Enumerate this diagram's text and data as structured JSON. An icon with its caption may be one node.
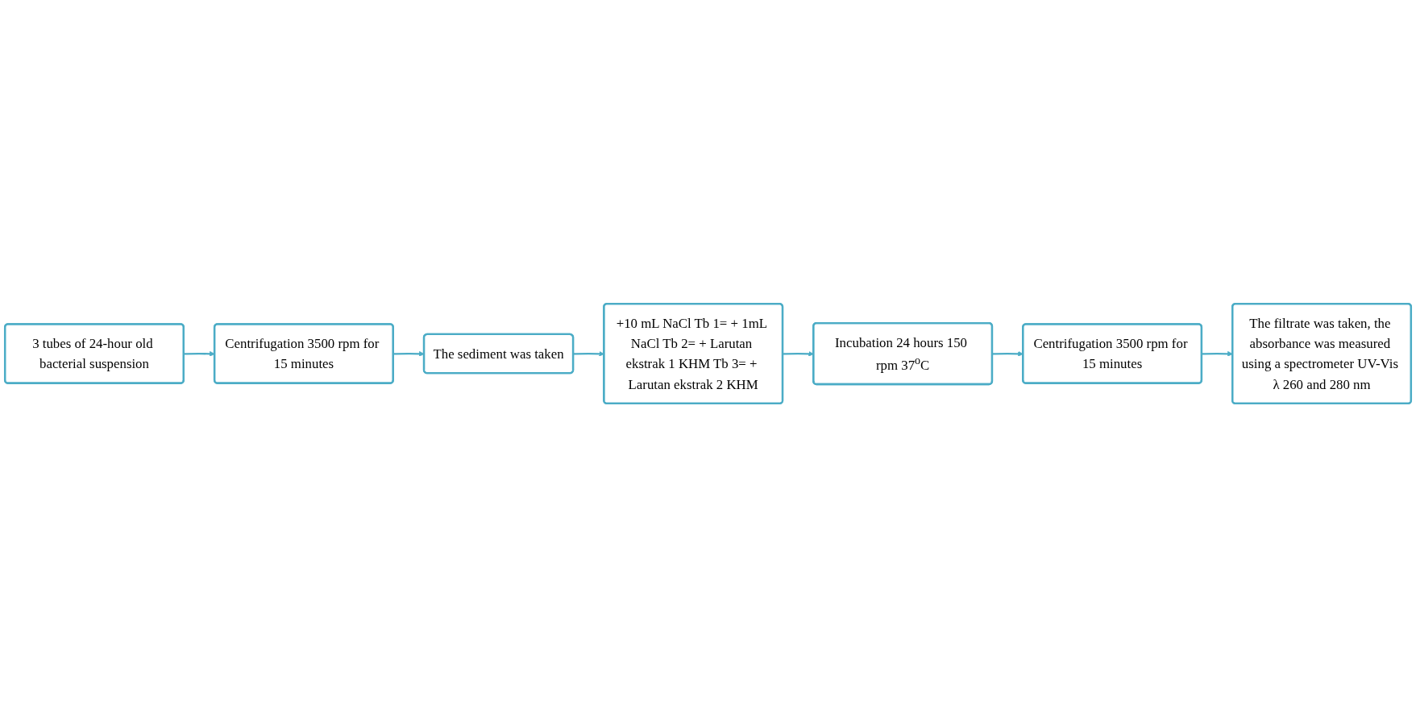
{
  "diagram": {
    "nodes": [
      {
        "text": [
          "3 tubes of 24-hour old bacterial suspension"
        ]
      },
      {
        "text": [
          "Centrifugation 3500 rpm for 15 minutes"
        ]
      },
      {
        "text": [
          "The sediment was taken"
        ]
      },
      {
        "text": [
          "+10 mL NaCl Tb 1= + 1mL NaCl Tb 2= + Larutan ekstrak 1 KHM Tb 3= + Larutan ekstrak 2 KHM"
        ]
      },
      {
        "text": [
          "Incubation 24 hours 150 rpm 37$^{o}$C"
        ]
      },
      {
        "text": [
          "Centrifugation 3500 rpm for 15 minutes"
        ]
      },
      {
        "text": [
          "The filtrate was taken, the absorbance was measured using a spectrometer UV-Vis λ 260 and 280 nm"
        ]
      }
    ],
    "edges": [
      {
        "from": 0,
        "to": 1,
        "arrow": "to"
      },
      {
        "from": 1,
        "to": 2,
        "arrow": "to"
      },
      {
        "from": 2,
        "to": 3,
        "arrow": "to"
      },
      {
        "from": 3,
        "to": 4,
        "arrow": "to"
      },
      {
        "from": 4,
        "to": 5,
        "arrow": "to"
      },
      {
        "from": 5,
        "to": 6,
        "arrow": "to"
      }
    ]
  }
}
